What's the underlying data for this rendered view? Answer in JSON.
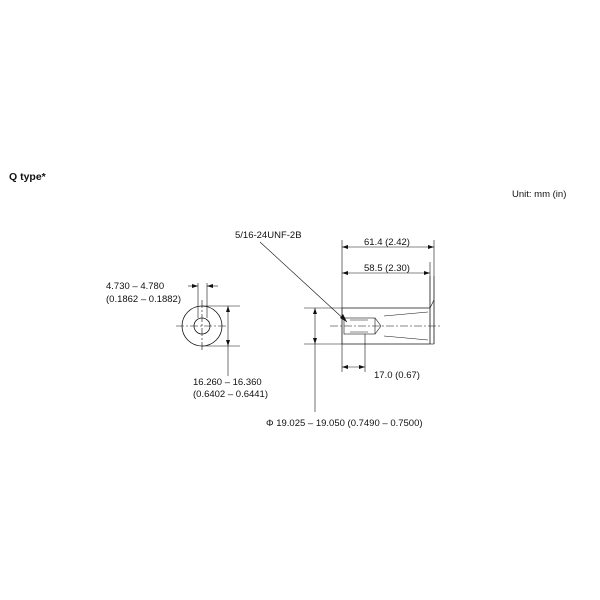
{
  "title": "Q type*",
  "unit_label": "Unit: mm (in)",
  "dimensions": {
    "hole_dia": {
      "mm": "4.730 – 4.780",
      "in": "(0.1862 – 0.1882)"
    },
    "hub_dia": {
      "mm": "16.260 – 16.360",
      "in": "(0.6402 – 0.6441)"
    },
    "shaft_dia": "Φ 19.025 – 19.050 (0.7490 – 0.7500)",
    "thread": "5/16-24UNF-2B",
    "overall_length": "61.4 (2.42)",
    "shaft_length": "58.5 (2.30)",
    "thread_depth": "17.0 (0.67)"
  }
}
